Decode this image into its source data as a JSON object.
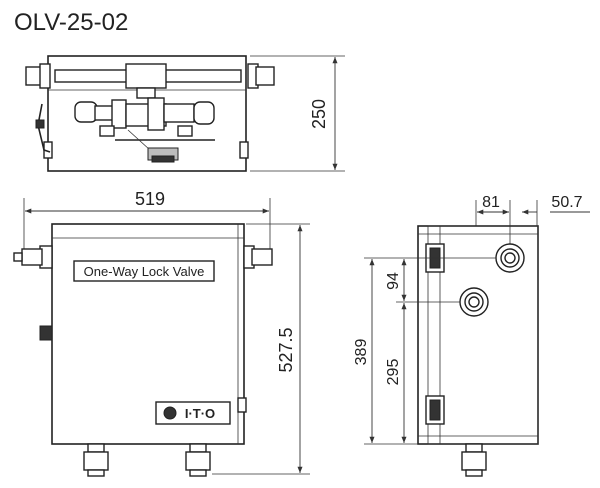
{
  "title": "OLV-25-02",
  "nameplate": "One-Way Lock Valve",
  "logo": "I·T·O",
  "dimensions": {
    "top_view_height": "250",
    "front_width": "519",
    "front_height": "527.5",
    "side_offset_81": "81",
    "side_offset_50_7": "50.7",
    "side_94": "94",
    "side_295": "295",
    "side_389": "389"
  }
}
